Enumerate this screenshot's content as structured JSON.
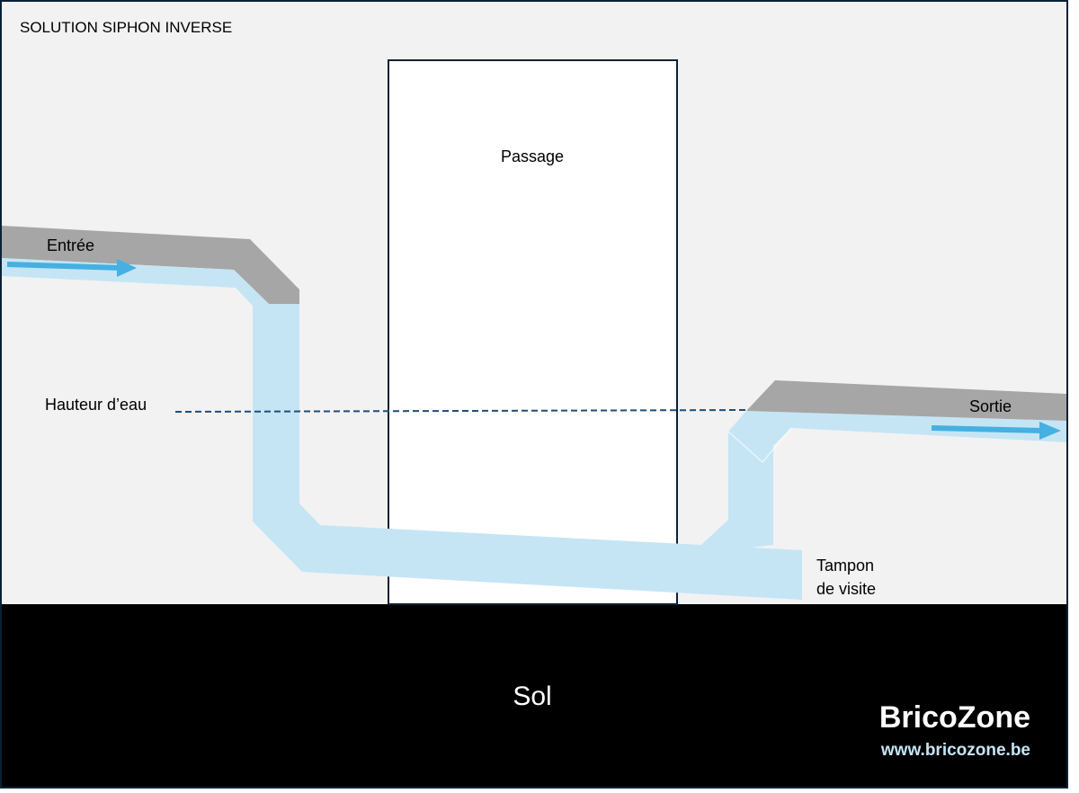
{
  "title": "SOLUTION SIPHON INVERSE",
  "labels": {
    "passage": "Passage",
    "entree": "Entrée",
    "sortie": "Sortie",
    "hauteur_eau": "Hauteur d’eau",
    "tampon_line1": "Tampon",
    "tampon_line2": "de visite",
    "sol": "Sol"
  },
  "brand": {
    "name": "BricoZone",
    "url": "www.bricozone.be"
  },
  "colors": {
    "background": "#f2f2f2",
    "ground": "#000000",
    "pipe_water": "#c5e5f5",
    "pipe_wall": "#a6a6a6",
    "flow_arrow": "#45b0e1",
    "water_level_line": "#1f4e79",
    "border": "#0b2233"
  }
}
